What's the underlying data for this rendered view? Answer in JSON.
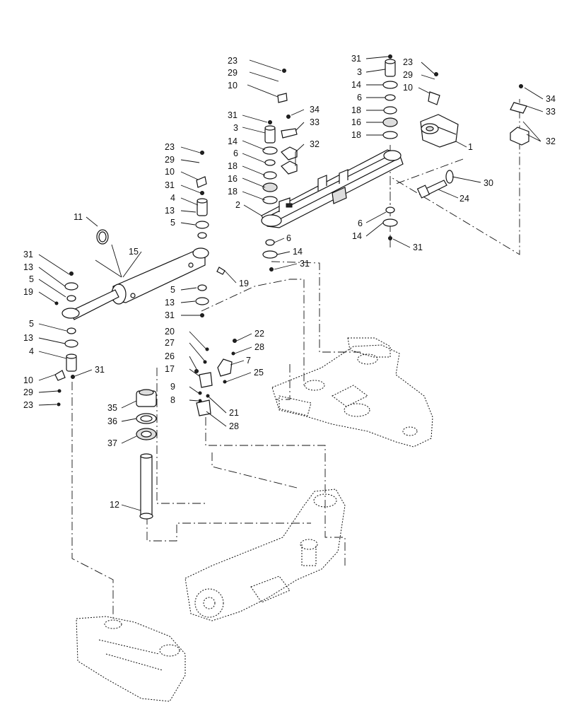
{
  "diagram": {
    "callouts": [
      {
        "id": "c1",
        "text": "23"
      },
      {
        "id": "c2",
        "text": "29"
      },
      {
        "id": "c3",
        "text": "10"
      },
      {
        "id": "c4",
        "text": "31"
      },
      {
        "id": "c5",
        "text": "3"
      },
      {
        "id": "c6",
        "text": "14"
      },
      {
        "id": "c7",
        "text": "6"
      },
      {
        "id": "c8",
        "text": "18"
      },
      {
        "id": "c9",
        "text": "16"
      },
      {
        "id": "c10",
        "text": "18"
      },
      {
        "id": "c11",
        "text": "2"
      },
      {
        "id": "c12",
        "text": "34"
      },
      {
        "id": "c13",
        "text": "33"
      },
      {
        "id": "c14",
        "text": "32"
      },
      {
        "id": "c15",
        "text": "31"
      },
      {
        "id": "c16",
        "text": "3"
      },
      {
        "id": "c17",
        "text": "14"
      },
      {
        "id": "c18",
        "text": "6"
      },
      {
        "id": "c19",
        "text": "18"
      },
      {
        "id": "c20",
        "text": "16"
      },
      {
        "id": "c21",
        "text": "18"
      },
      {
        "id": "c22",
        "text": "23"
      },
      {
        "id": "c23",
        "text": "29"
      },
      {
        "id": "c24",
        "text": "10"
      },
      {
        "id": "c25",
        "text": "1"
      },
      {
        "id": "c26",
        "text": "34"
      },
      {
        "id": "c27",
        "text": "33"
      },
      {
        "id": "c28",
        "text": "32"
      },
      {
        "id": "c29",
        "text": "30"
      },
      {
        "id": "c30",
        "text": "24"
      },
      {
        "id": "c31",
        "text": "6"
      },
      {
        "id": "c32",
        "text": "14"
      },
      {
        "id": "c33",
        "text": "31"
      },
      {
        "id": "c34",
        "text": "6"
      },
      {
        "id": "c35",
        "text": "14"
      },
      {
        "id": "c36",
        "text": "31"
      },
      {
        "id": "c37",
        "text": "23"
      },
      {
        "id": "c38",
        "text": "29"
      },
      {
        "id": "c39",
        "text": "10"
      },
      {
        "id": "c40",
        "text": "31"
      },
      {
        "id": "c41",
        "text": "4"
      },
      {
        "id": "c42",
        "text": "13"
      },
      {
        "id": "c43",
        "text": "5"
      },
      {
        "id": "c44",
        "text": "11"
      },
      {
        "id": "c45",
        "text": "15"
      },
      {
        "id": "c46",
        "text": "31"
      },
      {
        "id": "c47",
        "text": "13"
      },
      {
        "id": "c48",
        "text": "5"
      },
      {
        "id": "c49",
        "text": "19"
      },
      {
        "id": "c50",
        "text": "19"
      },
      {
        "id": "c51",
        "text": "5"
      },
      {
        "id": "c52",
        "text": "13"
      },
      {
        "id": "c53",
        "text": "31"
      },
      {
        "id": "c54",
        "text": "5"
      },
      {
        "id": "c55",
        "text": "13"
      },
      {
        "id": "c56",
        "text": "4"
      },
      {
        "id": "c57",
        "text": "10"
      },
      {
        "id": "c58",
        "text": "29"
      },
      {
        "id": "c59",
        "text": "23"
      },
      {
        "id": "c60",
        "text": "31"
      },
      {
        "id": "c61",
        "text": "20"
      },
      {
        "id": "c62",
        "text": "27"
      },
      {
        "id": "c63",
        "text": "26"
      },
      {
        "id": "c64",
        "text": "17"
      },
      {
        "id": "c65",
        "text": "9"
      },
      {
        "id": "c66",
        "text": "8"
      },
      {
        "id": "c67",
        "text": "22"
      },
      {
        "id": "c68",
        "text": "28"
      },
      {
        "id": "c69",
        "text": "7"
      },
      {
        "id": "c70",
        "text": "25"
      },
      {
        "id": "c71",
        "text": "21"
      },
      {
        "id": "c72",
        "text": "28"
      },
      {
        "id": "c73",
        "text": "35"
      },
      {
        "id": "c74",
        "text": "36"
      },
      {
        "id": "c75",
        "text": "37"
      },
      {
        "id": "c76",
        "text": "12"
      }
    ]
  }
}
